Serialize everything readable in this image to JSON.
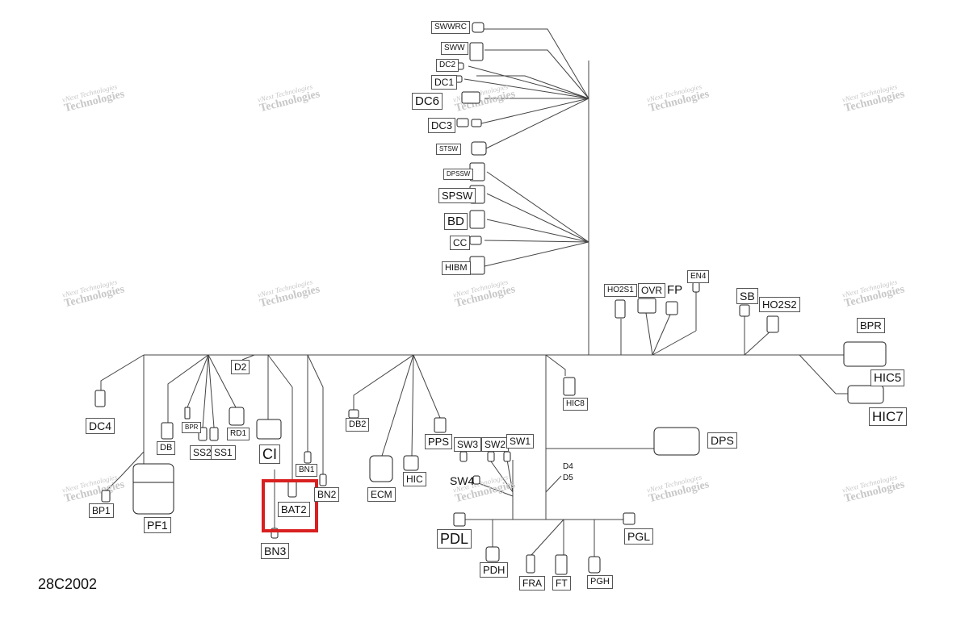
{
  "drawing_number": "28C2002",
  "watermark": {
    "line1": "vNext Technologies",
    "line2": "Technologies"
  },
  "highlight_target": "BAT2",
  "highlight_color": "#d92020",
  "connectors": {
    "SWWRC": "SWWRC",
    "SWW": "SWW",
    "DC2": "DC2",
    "DC1": "DC1",
    "DC6": "DC6",
    "DC3": "DC3",
    "STSW": "STSW",
    "DPSSW": "DPSSW",
    "SPSW": "SPSW",
    "BD": "BD",
    "CC": "CC",
    "HIBM": "HIBM",
    "HO2S1": "HO2S1",
    "OVR": "OVR",
    "FP": "FP",
    "EN4": "EN4",
    "SB": "SB",
    "HO2S2": "HO2S2",
    "BPR_R": "BPR",
    "HIC5": "HIC5",
    "HIC7": "HIC7",
    "HIC8": "HIC8",
    "DPS": "DPS",
    "D2": "D2",
    "DC4": "DC4",
    "DB": "DB",
    "BPR_L": "BPR",
    "RD1": "RD1",
    "SS2": "SS2",
    "SS1": "SS1",
    "CI": "CI",
    "BN1": "BN1",
    "BN2": "BN2",
    "BAT2": "BAT2",
    "BN3": "BN3",
    "BP1": "BP1",
    "PF1": "PF1",
    "DB2": "DB2",
    "PPS": "PPS",
    "ECM": "ECM",
    "HIC": "HIC",
    "SW3": "SW3",
    "SW2": "SW2",
    "SW1": "SW1",
    "SW4": "SW4",
    "D4": "D4",
    "D5": "D5",
    "PDL": "PDL",
    "PDH": "PDH",
    "FRA": "FRA",
    "FT": "FT",
    "PGH": "PGH",
    "PGL": "PGL"
  }
}
